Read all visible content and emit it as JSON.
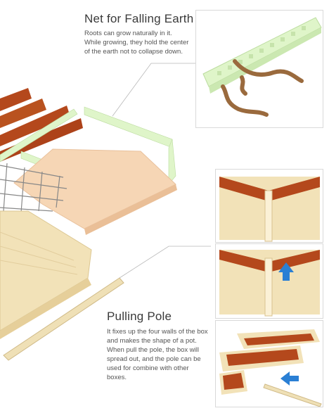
{
  "net_section": {
    "title": "Net for Falling Earth",
    "description_lines": [
      "Roots can grow naturally in it.",
      "While growing, they hold the center",
      "of the earth not to collapse down."
    ]
  },
  "pole_section": {
    "title": "Pulling Pole",
    "description_lines": [
      "It fixes up the four walls of the box",
      "and makes the shape of a pot.",
      "When pull the pole, the box will",
      "spread out, and the pole can be",
      "used for combine with other",
      "boxes."
    ]
  },
  "colors": {
    "net_green": "#dff5c9",
    "box_cream": "#f2e2b8",
    "base_peach": "#f6d6b5",
    "slat_rust": "#b4481c",
    "arrow_blue": "#2a7fd4",
    "root_brown": "#9a6a3d"
  }
}
